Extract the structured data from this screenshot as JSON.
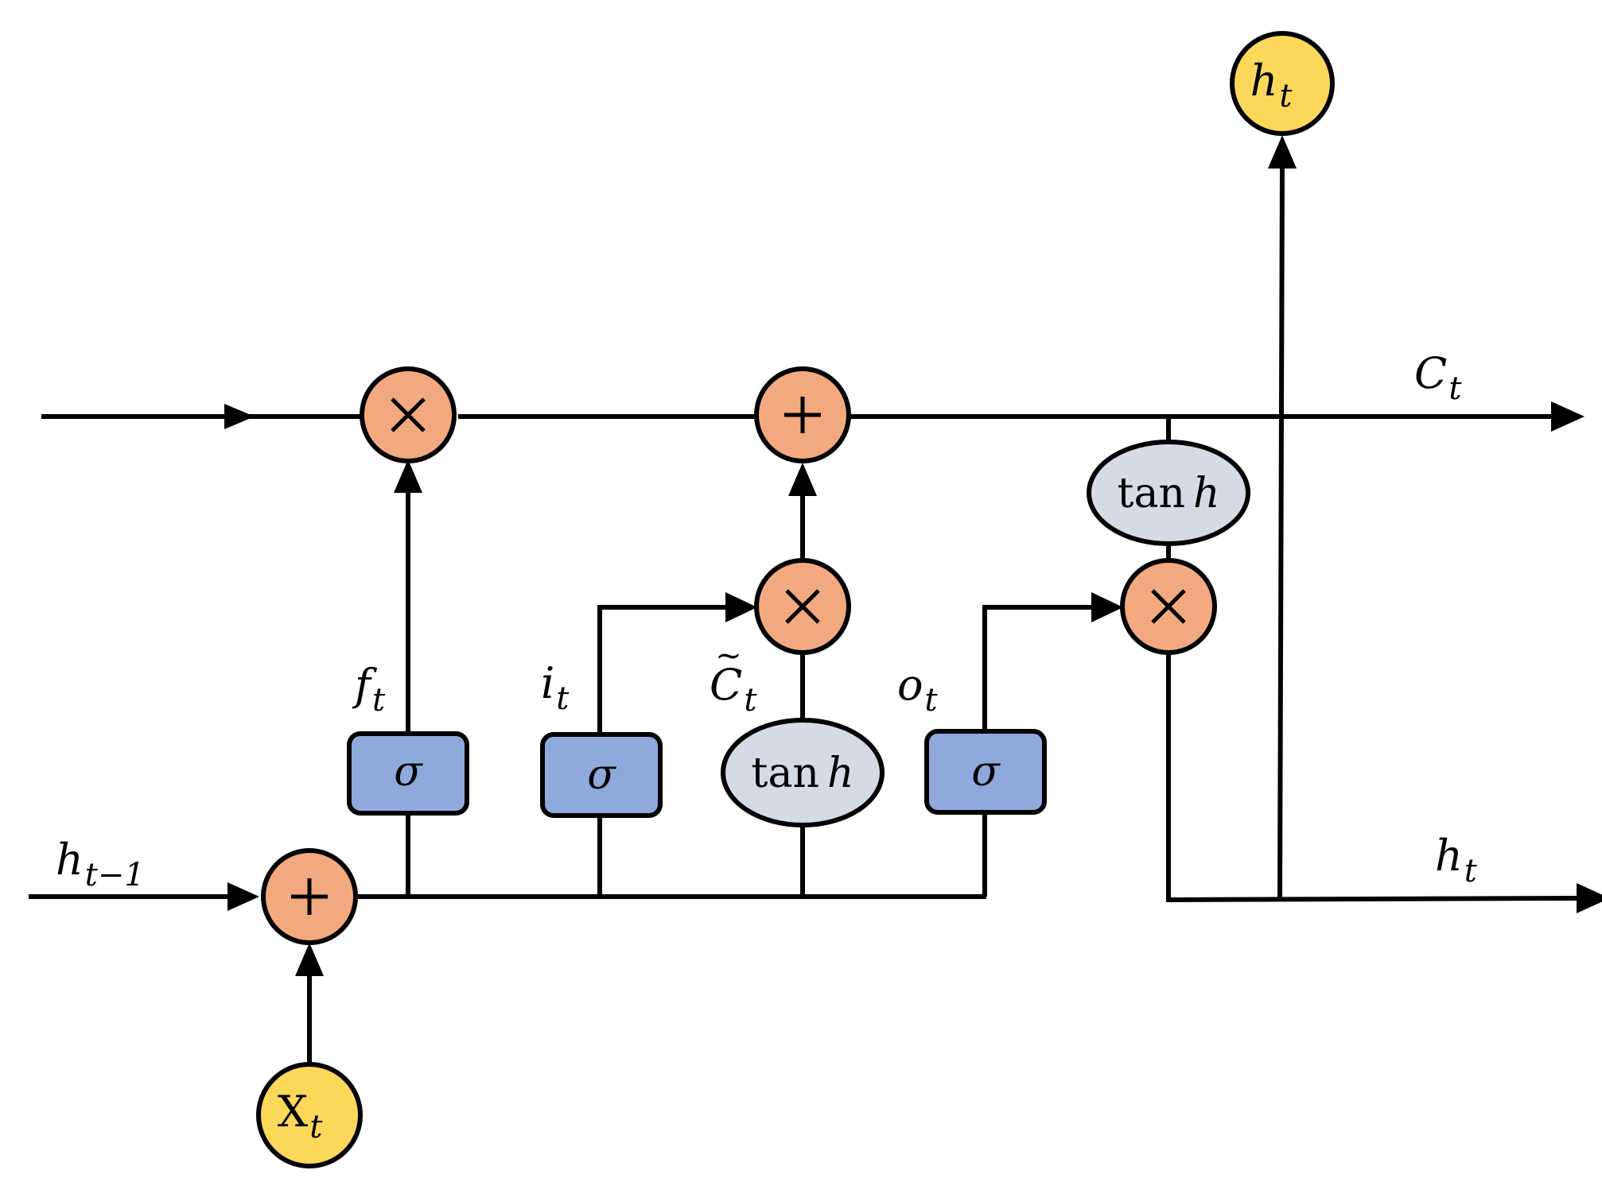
{
  "labels": {
    "h_prev": {
      "base": "h",
      "sub": "t−1"
    },
    "c_out": {
      "base": "C",
      "sub": "t"
    },
    "h_out_line": {
      "base": "h",
      "sub": "t"
    },
    "h_out_node": {
      "base": "h",
      "sub": "t"
    },
    "x_in": {
      "base": "X",
      "sub": "t"
    },
    "f_gate": {
      "base": "f",
      "sub": "t"
    },
    "i_gate": {
      "base": "i",
      "sub": "t"
    },
    "c_tilde": {
      "base": "C",
      "tilde": "~",
      "sub": "t"
    },
    "o_gate": {
      "base": "o",
      "sub": "t"
    }
  },
  "gates": {
    "sigma": "σ",
    "tanh_word": "tan",
    "tanh_h": "h"
  },
  "colors": {
    "operator": "#F3A97F",
    "io_node": "#FBD85A",
    "sigma_gate": "#8FA9DC",
    "tanh_node": "#D5DBE5"
  }
}
